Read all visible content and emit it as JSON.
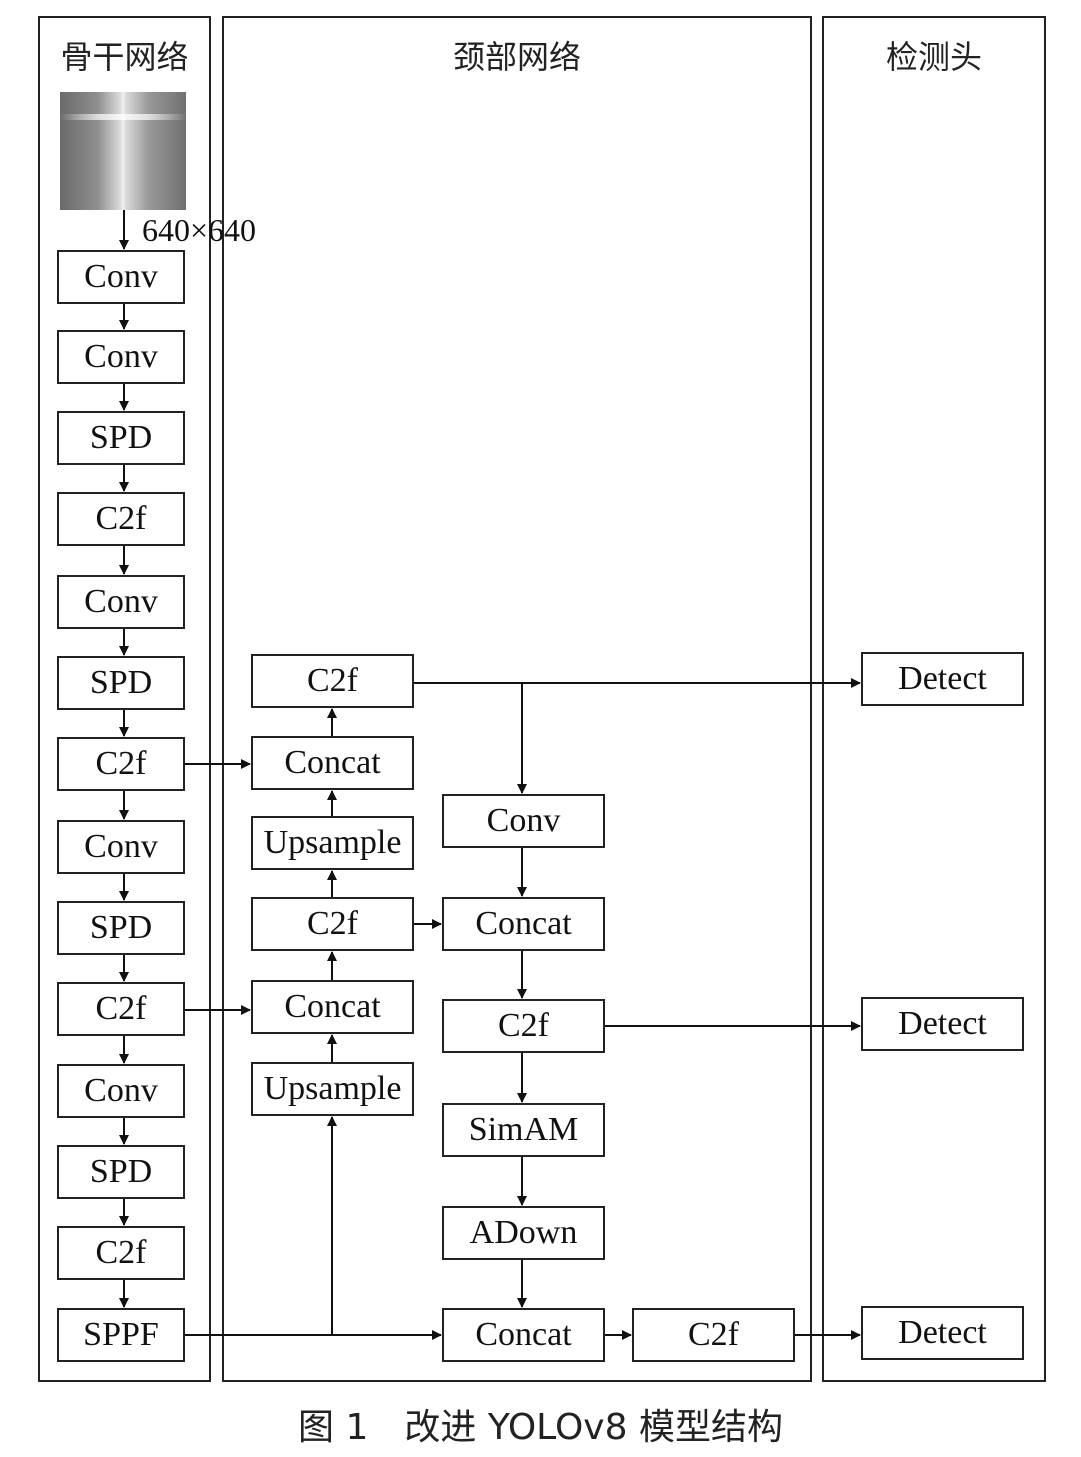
{
  "panels": {
    "backbone": "骨干网络",
    "neck": "颈部网络",
    "head": "检测头"
  },
  "input": {
    "size_label": "640×640"
  },
  "backbone_blocks": [
    "Conv",
    "Conv",
    "SPD",
    "C2f",
    "Conv",
    "SPD",
    "C2f",
    "Conv",
    "SPD",
    "C2f",
    "Conv",
    "SPD",
    "C2f",
    "SPPF"
  ],
  "neck_left_blocks": [
    "C2f",
    "Concat",
    "Upsample",
    "C2f",
    "Concat",
    "Upsample"
  ],
  "neck_right_blocks": [
    "Conv",
    "Concat",
    "C2f",
    "SimAM",
    "ADown",
    "Concat"
  ],
  "neck_bottom_block": "C2f",
  "head_blocks": [
    "Detect",
    "Detect",
    "Detect"
  ],
  "caption": "图 1　改进 YOLOv8 模型结构"
}
